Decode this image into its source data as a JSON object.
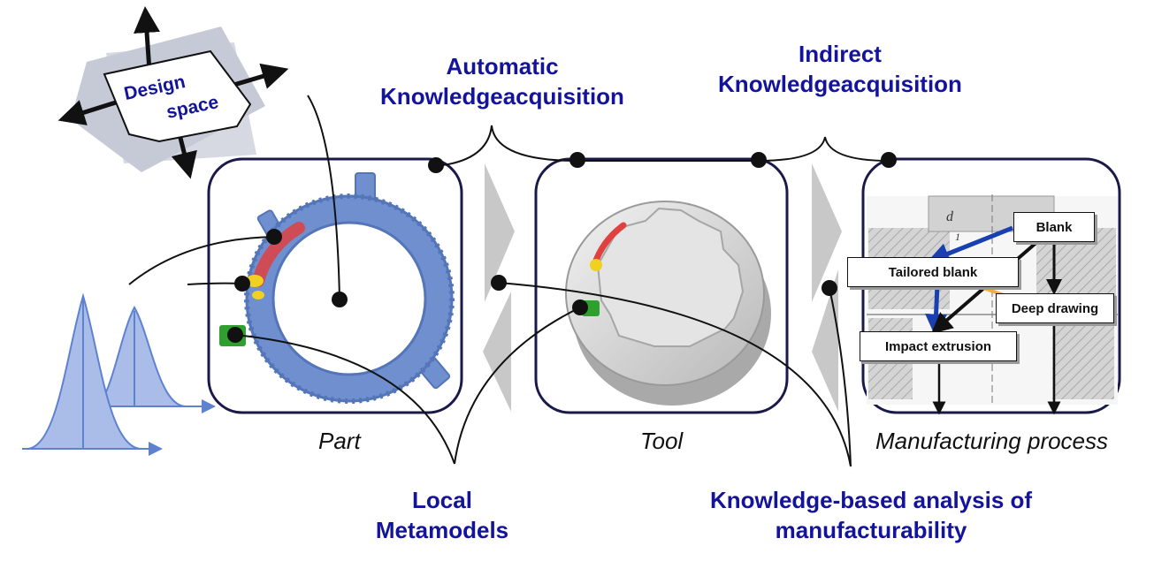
{
  "design_space": {
    "line1": "Design",
    "line2": "space"
  },
  "labels": {
    "automatic_line1": "Automatic",
    "automatic_line2": "Knowledgeacquisition",
    "indirect_line1": "Indirect",
    "indirect_line2": "Knowledgeacquisition",
    "local_line1": "Local",
    "local_line2": "Metamodels",
    "kba_line1": "Knowledge-based analysis of",
    "kba_line2": "manufacturability"
  },
  "captions": {
    "part": "Part",
    "tool": "Tool",
    "process": "Manufacturing process"
  },
  "process_boxes": {
    "blank": "Blank",
    "tailored_blank": "Tailored blank",
    "deep_drawing": "Deep drawing",
    "impact_extrusion": "Impact extrusion"
  },
  "colors": {
    "label_blue": "#13139b",
    "panel_border": "#1a1a4a",
    "part_blue": "#6f8fcf",
    "highlight_red": "#e04040",
    "highlight_yellow": "#f0d020",
    "highlight_green": "#2fa030",
    "gauss_fill": "#a9bde8",
    "gauss_line": "#5f82d0",
    "arrow_blue": "#1a3fb0",
    "arrow_orange": "#f0b040"
  }
}
